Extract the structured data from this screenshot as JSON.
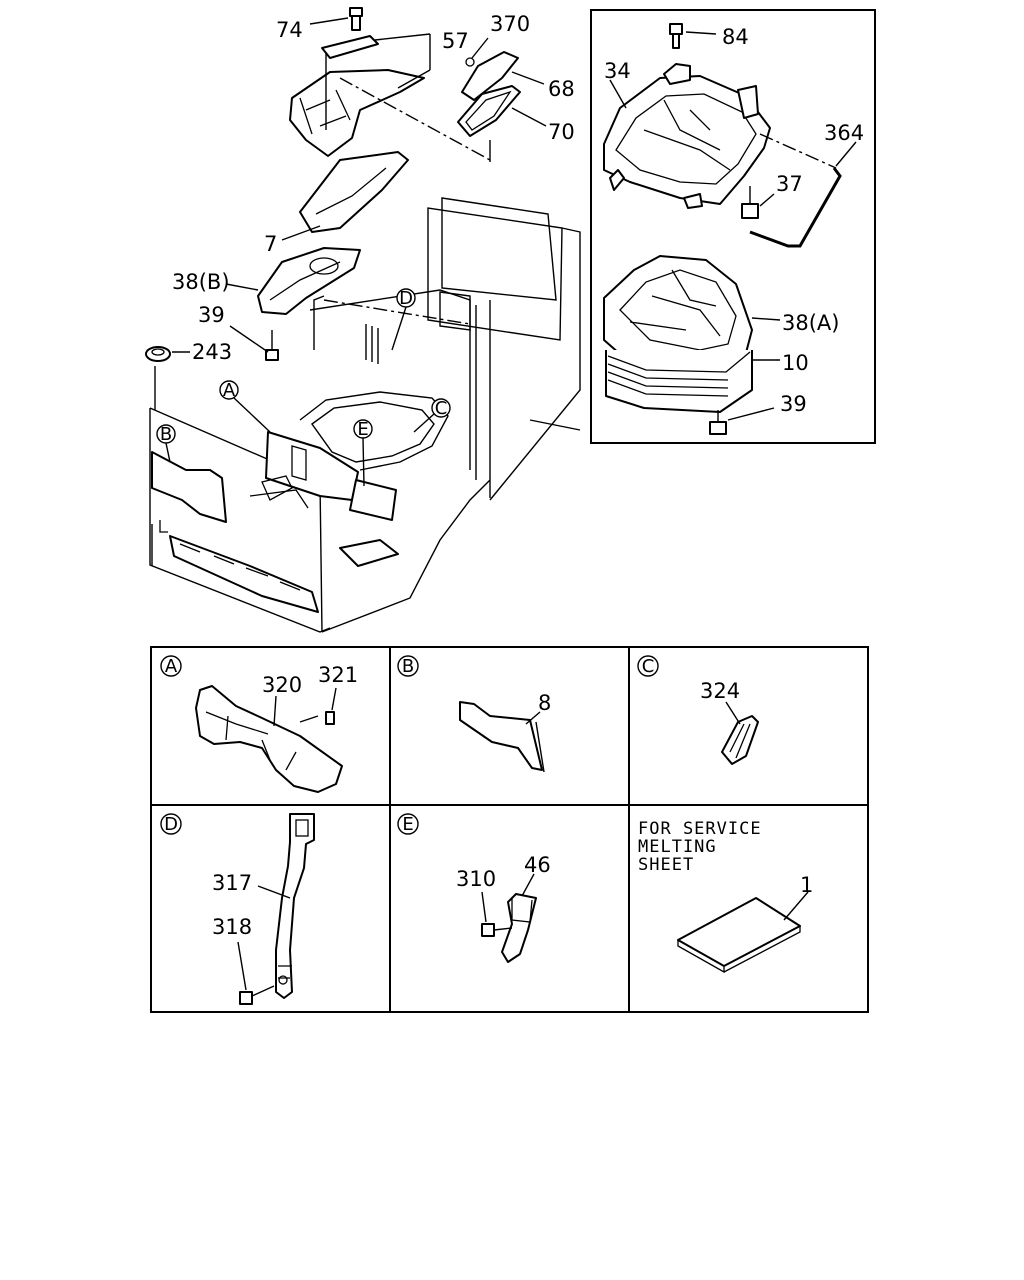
{
  "callouts": {
    "c74": "74",
    "c57": "57",
    "c370": "370",
    "c68": "68",
    "c70": "70",
    "c7": "7",
    "c38b": "38(B)",
    "c39": "39",
    "c243": "243",
    "c84": "84",
    "c34": "34",
    "c364": "364",
    "c37": "37",
    "c38a": "38(A)",
    "c10": "10",
    "c39b": "39"
  },
  "view_markers": {
    "A": "A",
    "B": "B",
    "C": "C",
    "D": "D",
    "E": "E"
  },
  "panels": {
    "A": {
      "letter": "A",
      "labels": [
        "320",
        "321"
      ]
    },
    "B": {
      "letter": "B",
      "labels": [
        "8"
      ]
    },
    "C": {
      "letter": "C",
      "labels": [
        "324"
      ]
    },
    "D": {
      "letter": "D",
      "labels": [
        "317",
        "318"
      ]
    },
    "E": {
      "letter": "E",
      "labels": [
        "310",
        "46"
      ]
    },
    "F": {
      "caption": [
        "FOR SERVICE",
        "MELTING",
        "SHEET"
      ],
      "labels": [
        "1"
      ]
    }
  }
}
